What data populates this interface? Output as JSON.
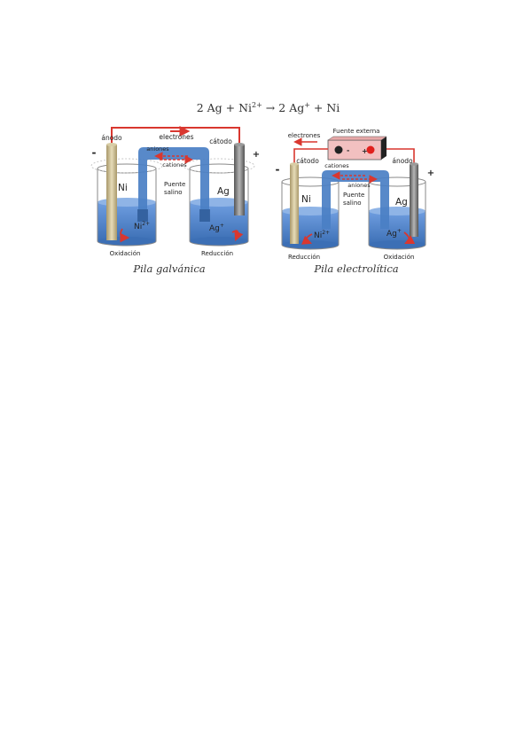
{
  "equation": {
    "left": "2 Ag + Ni",
    "ni_charge": "2+",
    "arrow": "→",
    "right_ag": "2 Ag",
    "ag_charge": "+",
    "right_tail": " + Ni"
  },
  "galvanic": {
    "anode": "ánodo",
    "electrons": "electrones",
    "cathode": "cátodo",
    "minus": "-",
    "plus": "+",
    "anions": "aniones",
    "cations": "cationes",
    "bridge_1": "Puente",
    "bridge_2": "salino",
    "metal_left": "Ni",
    "metal_right": "Ag",
    "ion_left": "Ni",
    "ion_left_charge": "2+",
    "ion_right": "Ag",
    "ion_right_charge": "+",
    "oxidation": "Oxidación",
    "reduction": "Reducción",
    "caption": "Pila galvánica"
  },
  "electrolytic": {
    "electrons": "electrones",
    "source": "Fuente externa",
    "minus": "-",
    "plus": "+",
    "source_minus": "-",
    "source_plus": "+",
    "cathode": "cátodo",
    "anode": "ánodo",
    "cations": "cationes",
    "anions": "aniones",
    "bridge_1": "Puente",
    "bridge_2": "salino",
    "metal_left": "Ni",
    "metal_right": "Ag",
    "ion_left": "Ni",
    "ion_left_charge": "2+",
    "ion_right": "Ag",
    "ion_right_charge": "+",
    "reduction": "Reducción",
    "oxidation": "Oxidación",
    "caption": "Pila electrolítica"
  },
  "colors": {
    "wire": "#d9372f",
    "solution": "#4a7fc4",
    "electrode_left": "#c8b98a",
    "electrode_right": "#7a7a7a",
    "source_box": "#f2c0c0"
  }
}
